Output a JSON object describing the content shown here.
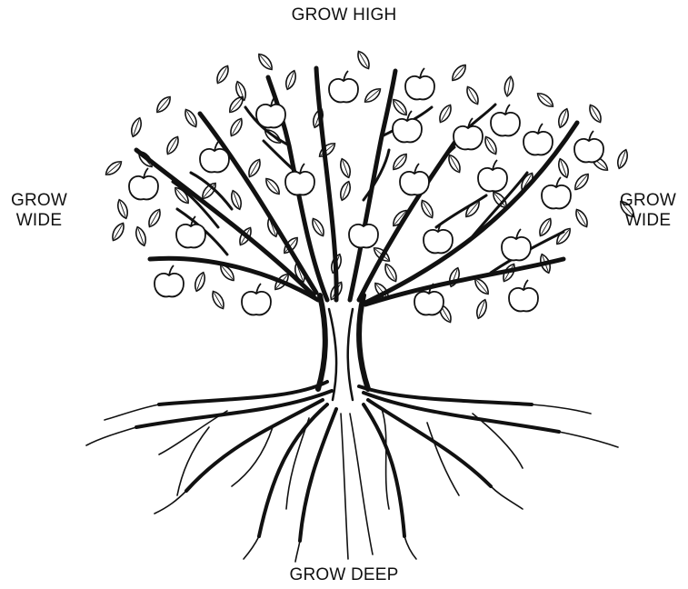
{
  "labels": {
    "top": "GROW HIGH",
    "left_line1": "GROW",
    "left_line2": "WIDE",
    "right_line1": "GROW",
    "right_line2": "WIDE",
    "bottom": "GROW DEEP"
  },
  "colors": {
    "ink": "#111111",
    "background": "#ffffff"
  },
  "icons": {
    "fruit": "apple-icon",
    "foliage": "leaf-icon"
  }
}
